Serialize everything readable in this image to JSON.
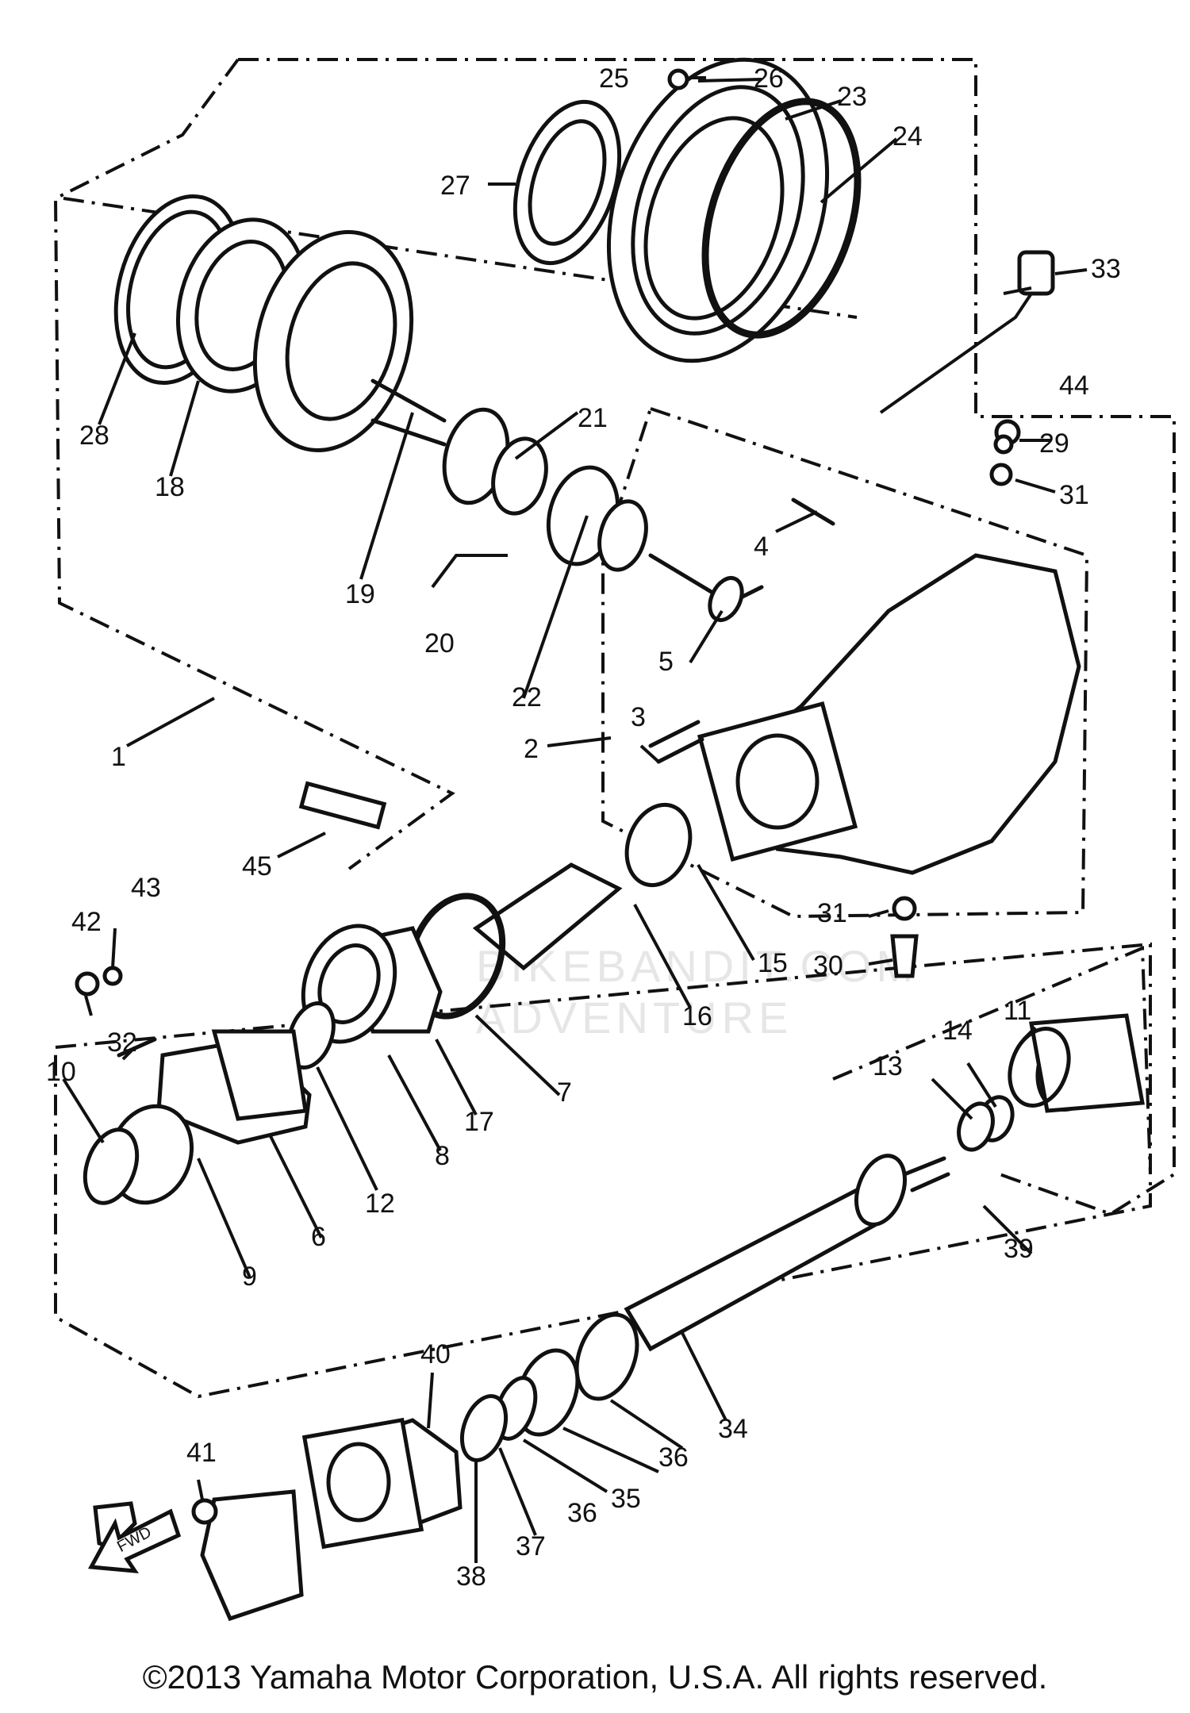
{
  "diagram": {
    "parts": [
      {
        "key": "p1",
        "label": "1"
      },
      {
        "key": "p2",
        "label": "2"
      },
      {
        "key": "p3",
        "label": "3"
      },
      {
        "key": "p4",
        "label": "4"
      },
      {
        "key": "p5",
        "label": "5"
      },
      {
        "key": "p6",
        "label": "6"
      },
      {
        "key": "p7",
        "label": "7"
      },
      {
        "key": "p8",
        "label": "8"
      },
      {
        "key": "p9",
        "label": "9"
      },
      {
        "key": "p10",
        "label": "10"
      },
      {
        "key": "p11",
        "label": "11"
      },
      {
        "key": "p12",
        "label": "12"
      },
      {
        "key": "p13",
        "label": "13"
      },
      {
        "key": "p14",
        "label": "14"
      },
      {
        "key": "p15",
        "label": "15"
      },
      {
        "key": "p16",
        "label": "16"
      },
      {
        "key": "p17",
        "label": "17"
      },
      {
        "key": "p18",
        "label": "18"
      },
      {
        "key": "p19",
        "label": "19"
      },
      {
        "key": "p20",
        "label": "20"
      },
      {
        "key": "p21",
        "label": "21"
      },
      {
        "key": "p22",
        "label": "22"
      },
      {
        "key": "p23",
        "label": "23"
      },
      {
        "key": "p24",
        "label": "24"
      },
      {
        "key": "p25",
        "label": "25"
      },
      {
        "key": "p26",
        "label": "26"
      },
      {
        "key": "p27",
        "label": "27"
      },
      {
        "key": "p28",
        "label": "28"
      },
      {
        "key": "p29",
        "label": "29"
      },
      {
        "key": "p30",
        "label": "30"
      },
      {
        "key": "p31a",
        "label": "31"
      },
      {
        "key": "p31b",
        "label": "31"
      },
      {
        "key": "p32",
        "label": "32"
      },
      {
        "key": "p33",
        "label": "33"
      },
      {
        "key": "p34",
        "label": "34"
      },
      {
        "key": "p35",
        "label": "35"
      },
      {
        "key": "p36a",
        "label": "36"
      },
      {
        "key": "p36b",
        "label": "36"
      },
      {
        "key": "p37",
        "label": "37"
      },
      {
        "key": "p38",
        "label": "38"
      },
      {
        "key": "p39",
        "label": "39"
      },
      {
        "key": "p40",
        "label": "40"
      },
      {
        "key": "p41",
        "label": "41"
      },
      {
        "key": "p42",
        "label": "42"
      },
      {
        "key": "p43",
        "label": "43"
      },
      {
        "key": "p44",
        "label": "44"
      },
      {
        "key": "p45",
        "label": "45"
      }
    ],
    "fwd_label": "FWD",
    "watermark": "BIKEBANDIT.COM ADVENTURE"
  },
  "footer": {
    "copyright": "©2013 Yamaha Motor Corporation, U.S.A. All rights reserved."
  }
}
